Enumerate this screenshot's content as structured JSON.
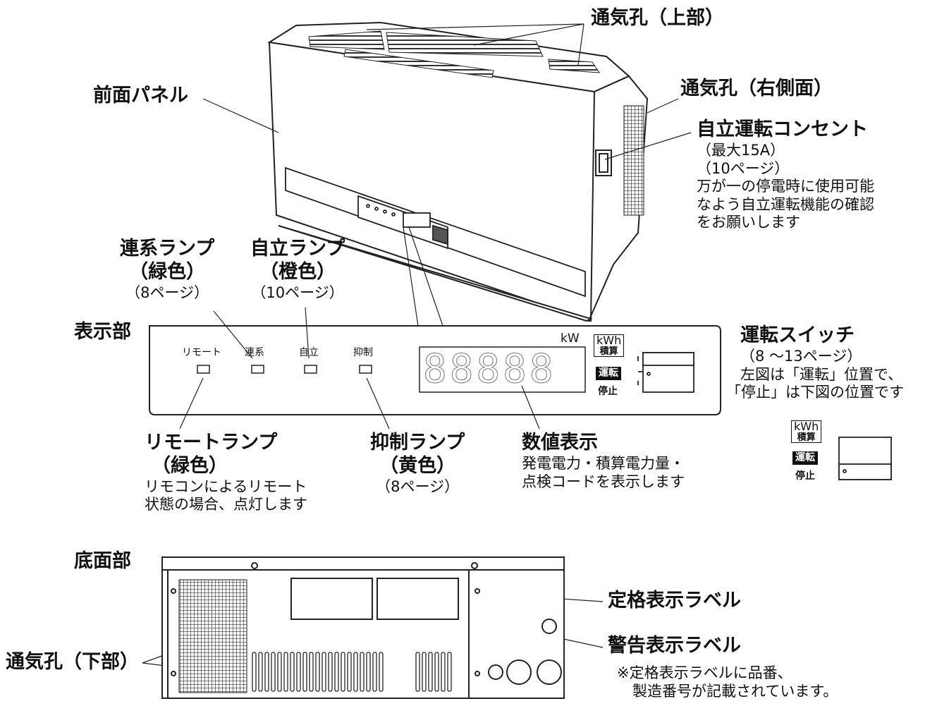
{
  "callouts": {
    "vent_top": "通気孔（上部）",
    "front_panel": "前面パネル",
    "vent_right": "通気孔（右側面）",
    "outlet": {
      "title": "自立運転コンセント",
      "lines": [
        "（最大15A）",
        "（10ページ）",
        "万が一の停電時に使用可能",
        "なよう自立運転機能の確認",
        "をお願いします"
      ]
    },
    "grid_lamp": {
      "title": "連系ランプ",
      "color": "（緑色）",
      "page": "（8ページ）"
    },
    "standalone_lamp": {
      "title": "自立ランプ",
      "color": "（橙色）",
      "page": "（10ページ）"
    },
    "display_section": "表示部",
    "run_switch": {
      "title": "運転スイッチ",
      "lines": [
        "（8 ～13ページ）",
        "左図は「運転」位置で、",
        "「停止」は下図の位置です"
      ]
    },
    "remote_lamp": {
      "title": "リモートランプ",
      "color": "（緑色）",
      "lines": [
        "リモコンによるリモート",
        "状態の場合、点灯します"
      ]
    },
    "suppress_lamp": {
      "title": "抑制ランプ",
      "color": "（黄色）",
      "page": "（8ページ）"
    },
    "numeric_display": {
      "title": "数値表示",
      "lines": [
        "発電電力・積算電力量・",
        "点検コードを表示します"
      ]
    },
    "bottom_section": "底面部",
    "rating_label": "定格表示ラベル",
    "warning_label": "警告表示ラベル",
    "note_lines": [
      "※定格表示ラベルに品番、",
      "製造番号が記載されています。"
    ],
    "vent_bottom": "通気孔（下部）"
  },
  "panel": {
    "lamp_labels": [
      "リモート",
      "連系",
      "自立",
      "抑制"
    ],
    "unit": "kW",
    "seven_segment": "88888",
    "switch_kwh": "kWh",
    "switch_total": "積算",
    "switch_run": "運転",
    "switch_stop": "停止"
  }
}
